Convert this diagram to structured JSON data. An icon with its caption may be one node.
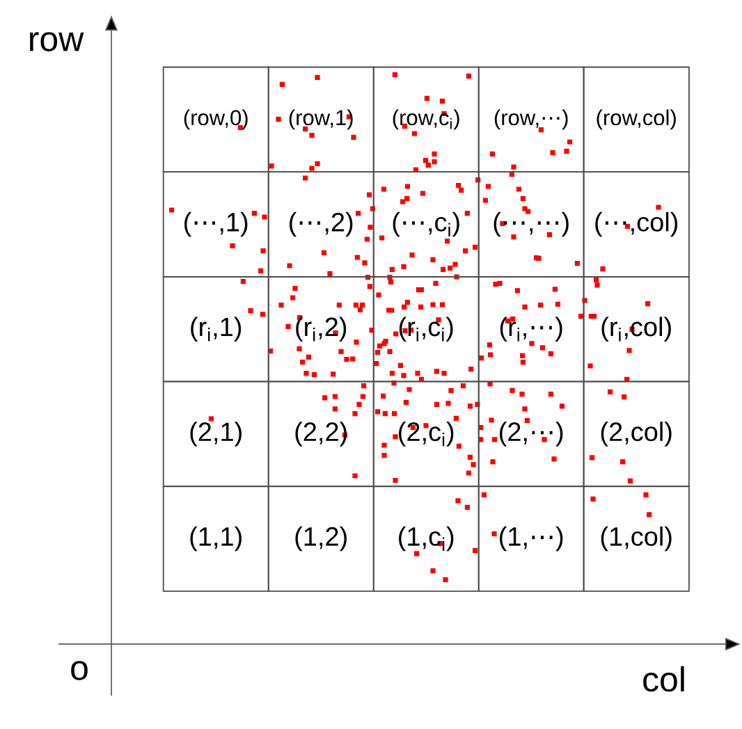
{
  "diagram": {
    "nodes": [
      {
        "text": [
          "(row,0)"
        ]
      },
      {
        "text": [
          "(row,1)"
        ]
      },
      {
        "text": [
          "(row,c$_{i}$)"
        ]
      },
      {
        "text": [
          "(row,⋯)"
        ]
      },
      {
        "text": [
          "(row,col)"
        ]
      },
      {
        "text": [
          "(⋯,1)"
        ]
      },
      {
        "text": [
          "(⋯,2)"
        ]
      },
      {
        "text": [
          "(⋯,c$_{i}$)"
        ]
      },
      {
        "text": [
          "(⋯,⋯)"
        ]
      },
      {
        "text": [
          "(⋯,col)"
        ]
      },
      {
        "text": [
          "(r$_{i}$,1)"
        ]
      },
      {
        "text": [
          "(r$_{i}$,2)"
        ]
      },
      {
        "text": [
          "(r$_{i}$,c$_{i}$)"
        ]
      },
      {
        "text": [
          "(r$_{i}$,⋯)"
        ]
      },
      {
        "text": [
          "(r$_{i}$,col)"
        ]
      },
      {
        "text": [
          "(2,1)"
        ]
      },
      {
        "text": [
          "(2,2)"
        ]
      },
      {
        "text": [
          "(2,c$_{i}$)"
        ]
      },
      {
        "text": [
          "(2,⋯)"
        ]
      },
      {
        "text": [
          "(2,col)"
        ]
      },
      {
        "text": [
          "(1,1)"
        ]
      },
      {
        "text": [
          "(1,2)"
        ]
      },
      {
        "text": [
          "(1,c$_{i}$)"
        ]
      },
      {
        "text": [
          "(1,⋯)"
        ]
      },
      {
        "text": [
          "(1,col)"
        ]
      }
    ],
    "labels": [
      "row",
      "o",
      "col"
    ]
  }
}
